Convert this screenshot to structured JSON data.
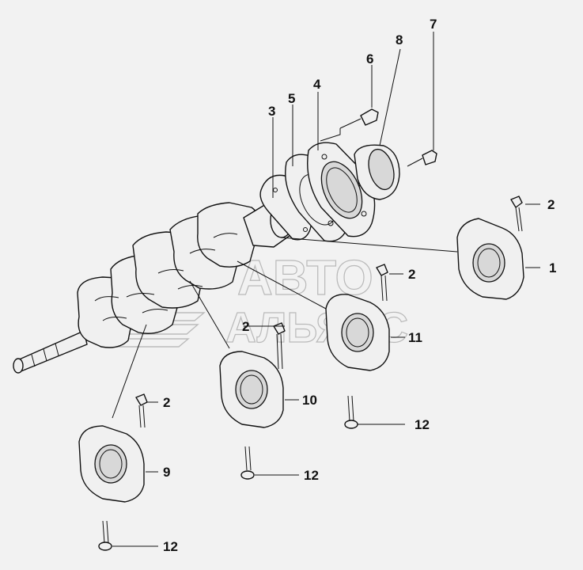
{
  "watermark": {
    "line1": "АВТО",
    "line2": "АЛЬЯНС"
  },
  "callouts": [
    {
      "id": "c1",
      "label": "1"
    },
    {
      "id": "c2a",
      "label": "2"
    },
    {
      "id": "c2b",
      "label": "2"
    },
    {
      "id": "c2c",
      "label": "2"
    },
    {
      "id": "c2d",
      "label": "2"
    },
    {
      "id": "c3",
      "label": "3"
    },
    {
      "id": "c4",
      "label": "4"
    },
    {
      "id": "c5",
      "label": "5"
    },
    {
      "id": "c6",
      "label": "6"
    },
    {
      "id": "c7",
      "label": "7"
    },
    {
      "id": "c8",
      "label": "8"
    },
    {
      "id": "c9",
      "label": "9"
    },
    {
      "id": "c10",
      "label": "10"
    },
    {
      "id": "c11",
      "label": "11"
    },
    {
      "id": "c12a",
      "label": "12"
    },
    {
      "id": "c12b",
      "label": "12"
    },
    {
      "id": "c12c",
      "label": "12"
    }
  ]
}
